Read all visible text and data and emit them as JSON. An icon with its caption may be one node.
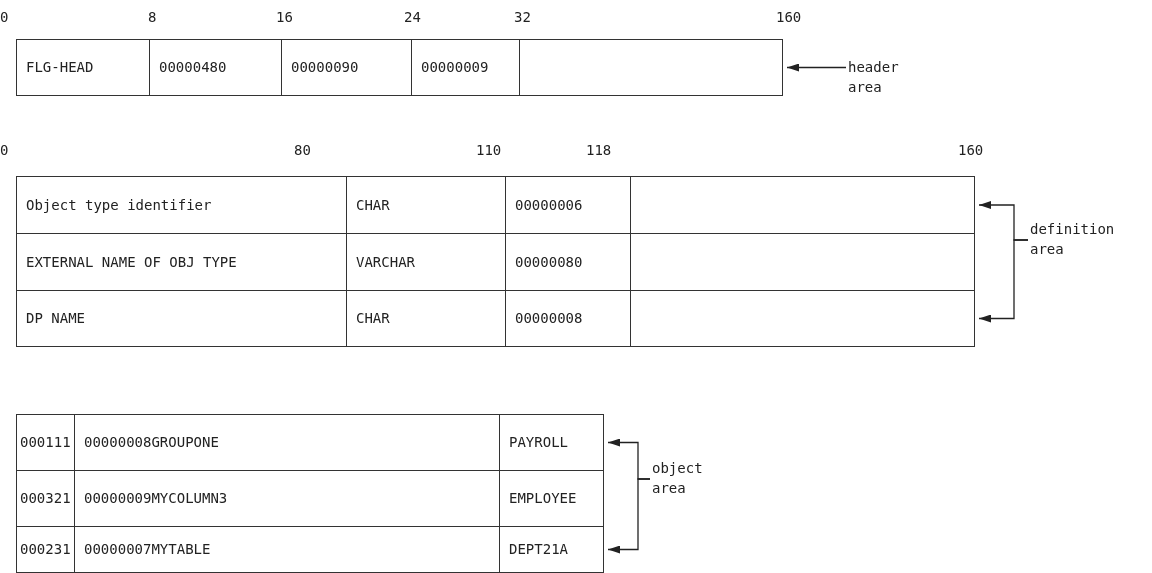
{
  "diagram": {
    "nodes": [
      {
        "text": [
          "FLG-HEAD",
          "00000480",
          "00000090",
          "00000009"
        ]
      },
      {
        "text": [
          "header area"
        ]
      },
      {
        "text": [
          "Object type identifier",
          "CHAR",
          "00000006"
        ]
      },
      {
        "text": [
          "EXTERNAL NAME OF OBJ TYPE",
          "VARCHAR",
          "00000080"
        ]
      },
      {
        "text": [
          "DP NAME",
          "CHAR",
          "00000008"
        ]
      },
      {
        "text": [
          "definition area"
        ]
      },
      {
        "text": [
          "000111",
          "00000008GROUPONE",
          "PAYROLL"
        ]
      },
      {
        "text": [
          "000321",
          "00000009MYCOLUMN3",
          "EMPLOYEE"
        ]
      },
      {
        "text": [
          "000231",
          "00000007MYTABLE",
          "DEPT21A"
        ]
      },
      {
        "text": [
          "object area"
        ]
      }
    ],
    "edges": [
      {
        "from": 1,
        "to": 0,
        "arrow": "to"
      },
      {
        "from": 5,
        "to": 2,
        "arrow": "to"
      },
      {
        "from": 5,
        "to": 4,
        "arrow": "to"
      },
      {
        "from": 9,
        "to": 6,
        "arrow": "to"
      },
      {
        "from": 9,
        "to": 8,
        "arrow": "to"
      }
    ],
    "labels": [
      "0",
      "8",
      "16",
      "24",
      "32",
      "160",
      "0",
      "80",
      "110",
      "118",
      "160"
    ]
  }
}
